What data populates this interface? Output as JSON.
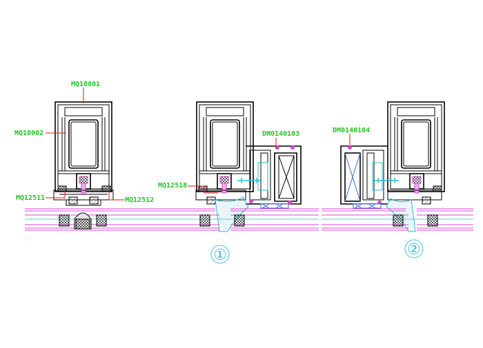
{
  "labels": {
    "top_code": "MQ10001",
    "side_code": "MQ10002",
    "left_clip": "MQ12511",
    "right_clip": "MQ12512",
    "center_clip": "MQ12518",
    "vent_profile_1": "DM0140103",
    "vent_profile_2": "DM0140104"
  },
  "markers": {
    "option_1": "①",
    "option_2": "②"
  },
  "colors": {
    "line": "#000000",
    "label": "#22c722",
    "leader": "#e01010",
    "glass_band": "#d844d8",
    "marker": "#3fbfd8",
    "seal": "#d844d8",
    "insulation": "#3b6fd8"
  }
}
